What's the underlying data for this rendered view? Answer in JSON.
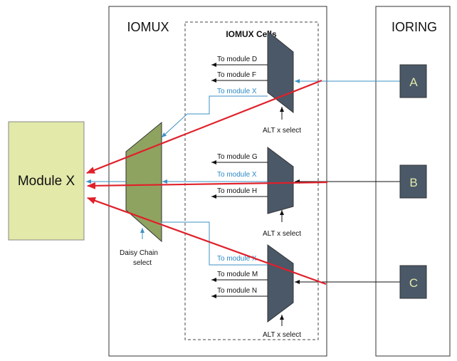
{
  "blocks": {
    "iomux_label": "IOMUX",
    "ioring_label": "IORING",
    "cells_label": "IOMUX Cells",
    "module_x_label": "Module X"
  },
  "pads": [
    "A",
    "B",
    "C"
  ],
  "muxes": [
    {
      "outputs": [
        "To module D",
        "To module F",
        "To module X"
      ],
      "select": "ALT x select"
    },
    {
      "outputs": [
        "To module G",
        "To module X",
        "To module H"
      ],
      "select": "ALT x select"
    },
    {
      "outputs": [
        "To module X",
        "To module M",
        "To module N"
      ],
      "select": "ALT x select"
    }
  ],
  "daisy_chain": {
    "label_line1": "Daisy Chain",
    "label_line2": "select"
  },
  "colors": {
    "mux_fill": "#4a5868",
    "daisy_fill": "#8fa360",
    "module_fill": "#e2e9a9",
    "pad_fill": "#4a5868",
    "pad_text": "#e2e9a9",
    "blue_line": "#3d91c4",
    "red_arrow": "#e0202a"
  }
}
